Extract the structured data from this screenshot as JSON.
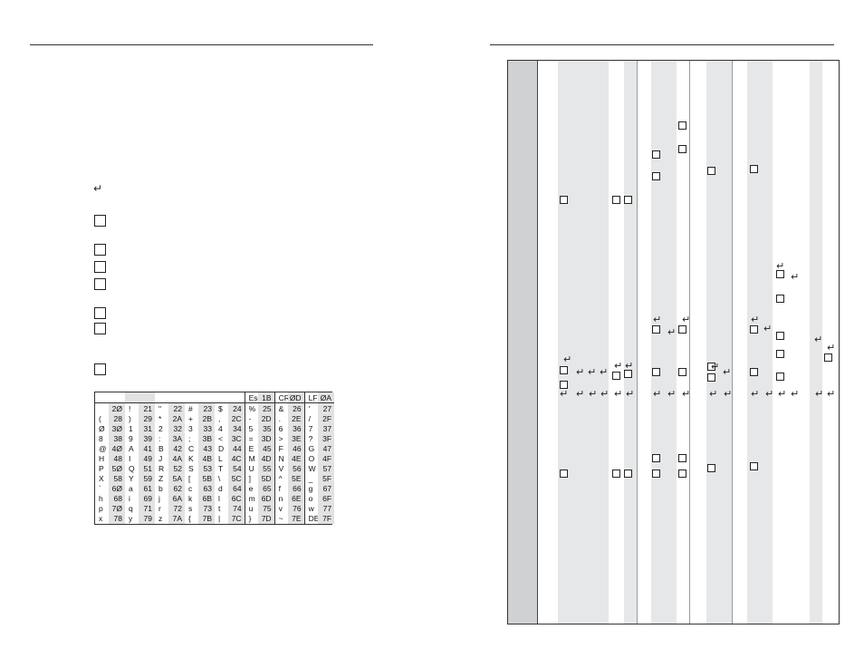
{
  "left_page": {
    "return_symbol": "↵",
    "ascii_table": {
      "header": [
        "Esc",
        "1B",
        "CR",
        "ØD",
        "LF",
        "ØA"
      ],
      "rows": [
        [
          " ",
          "2Ø",
          "!",
          "21",
          "\"",
          "22",
          "#",
          "23",
          "$",
          "24",
          "%",
          "25",
          "&",
          "26",
          "'",
          "27"
        ],
        [
          "(",
          "28",
          ")",
          "29",
          "*",
          "2A",
          "+",
          "2B",
          ",",
          "2C",
          "-",
          "2D",
          ".",
          "2E",
          "/",
          "2F"
        ],
        [
          "Ø",
          "3Ø",
          "1",
          "31",
          "2",
          "32",
          "3",
          "33",
          "4",
          "34",
          "5",
          "35",
          "6",
          "36",
          "7",
          "37"
        ],
        [
          "8",
          "38",
          "9",
          "39",
          ":",
          "3A",
          ";",
          "3B",
          "<",
          "3C",
          "=",
          "3D",
          ">",
          "3E",
          "?",
          "3F"
        ],
        [
          "@",
          "4Ø",
          "A",
          "41",
          "B",
          "42",
          "C",
          "43",
          "D",
          "44",
          "E",
          "45",
          "F",
          "46",
          "G",
          "47"
        ],
        [
          "H",
          "48",
          "I",
          "49",
          "J",
          "4A",
          "K",
          "4B",
          "L",
          "4C",
          "M",
          "4D",
          "N",
          "4E",
          "O",
          "4F"
        ],
        [
          "P",
          "5Ø",
          "Q",
          "51",
          "R",
          "52",
          "S",
          "53",
          "T",
          "54",
          "U",
          "55",
          "V",
          "56",
          "W",
          "57"
        ],
        [
          "X",
          "58",
          "Y",
          "59",
          "Z",
          "5A",
          "[",
          "5B",
          "\\",
          "5C",
          "]",
          "5D",
          "^",
          "5E",
          "_",
          "5F"
        ],
        [
          "`",
          "6Ø",
          "a",
          "61",
          "b",
          "62",
          "c",
          "63",
          "d",
          "64",
          "e",
          "65",
          "f",
          "66",
          "g",
          "67"
        ],
        [
          "h",
          "68",
          "i",
          "69",
          "j",
          "6A",
          "k",
          "6B",
          "l",
          "6C",
          "m",
          "6D",
          "n",
          "6E",
          "o",
          "6F"
        ],
        [
          "p",
          "7Ø",
          "q",
          "71",
          "r",
          "72",
          "s",
          "73",
          "t",
          "74",
          "u",
          "75",
          "v",
          "76",
          "w",
          "77"
        ],
        [
          "x",
          "78",
          "y",
          "79",
          "z",
          "7A",
          "{",
          "7B",
          "|",
          "7C",
          "}",
          "7D",
          "~",
          "7E",
          "DEL",
          "7F"
        ]
      ]
    }
  },
  "right_panel": {
    "return_symbol": "↵",
    "band_color": "#e6e7e8"
  }
}
